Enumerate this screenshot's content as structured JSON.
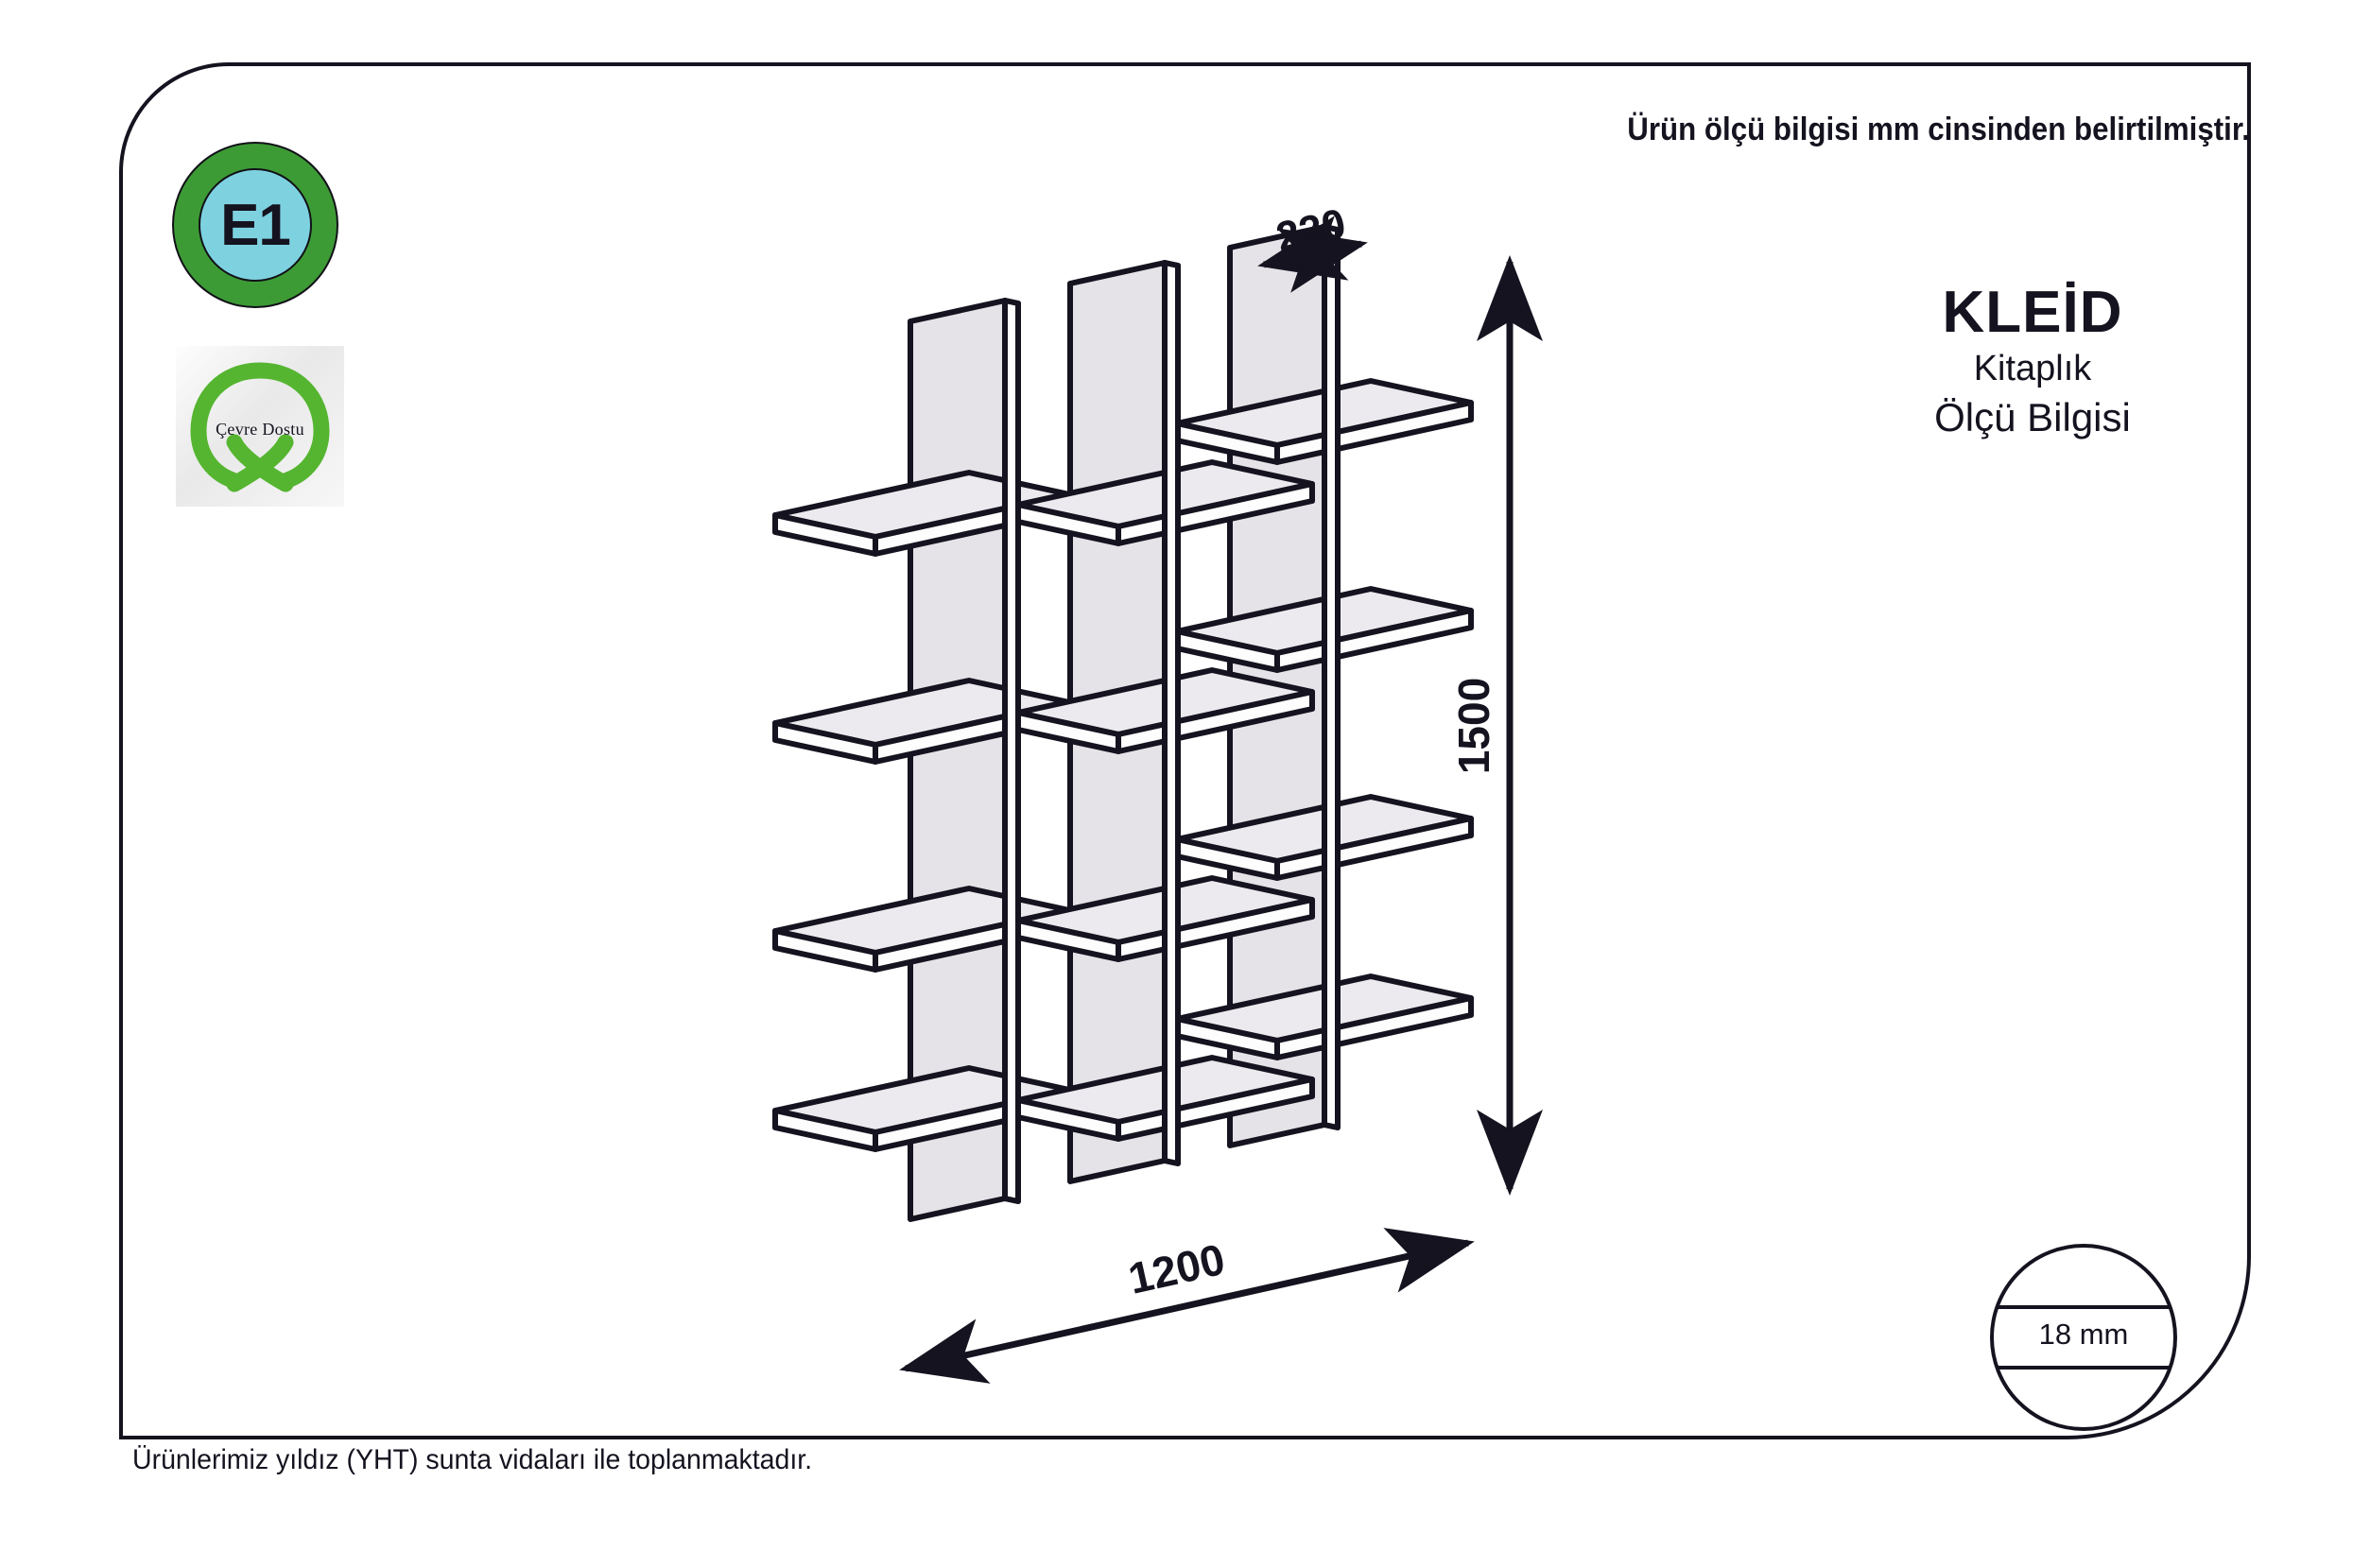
{
  "sheet": {
    "header_note": "Ürün ölçü bilgisi mm cinsinden belirtilmiştir.",
    "footer_note": "Ürünlerimiz yıldız (YHT) sunta vidaları ile toplanmaktadır.",
    "border_color": "#15131f",
    "background_color": "#ffffff"
  },
  "badges": {
    "e1": {
      "label": "E1",
      "ring_color": "#3d9b35",
      "core_color": "#7ed2e0",
      "text_color": "#15131f"
    },
    "eco": {
      "label": "Çevre Dostu",
      "wreath_color": "#55b530",
      "plate_color": "#eeeeee"
    }
  },
  "title_block": {
    "brand": "KLEİD",
    "product": "Kitaplık",
    "document": "Ölçü Bilgisi"
  },
  "thickness": {
    "label": "18 mm"
  },
  "dimensions": {
    "depth": "220",
    "height": "1500",
    "width": "1200"
  },
  "product_drawing": {
    "type": "isometric-line-drawing",
    "object": "bookcase",
    "panel_fill": "#e6e3e8",
    "shelf_fill": "#eceaee",
    "outline_color": "#15131f",
    "vertical_panels": 3,
    "horizontal_shelves": 4
  }
}
